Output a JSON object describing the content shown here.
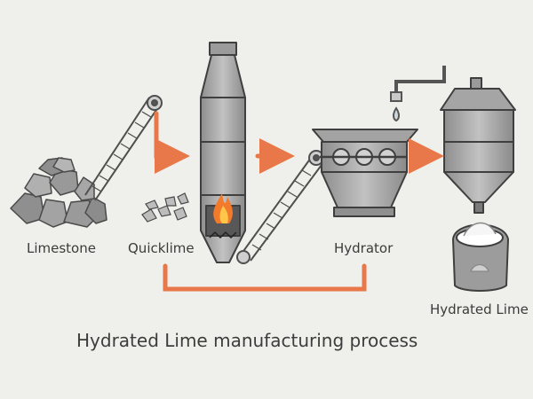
{
  "labels": {
    "limestone": "Limestone",
    "quicklime": "Quicklime",
    "hydrator": "Hydrator",
    "hydrated_lime": "Hydrated Lime"
  },
  "title": "Hydrated Lime manufacturing process",
  "colors": {
    "background": "#efefeb",
    "flow_arrow": "#e8774a",
    "steel": "#a9a9a9",
    "steel_dark": "#5a5a5a",
    "flame": "#f27a2a"
  },
  "icons": {
    "limestone": "rock-pile-icon",
    "quicklime": "rock-fragments-icon",
    "kiln": "vertical-kiln-icon",
    "hydrator": "screw-hydrator-icon",
    "silo": "storage-silo-icon",
    "sack": "powder-sack-icon"
  }
}
